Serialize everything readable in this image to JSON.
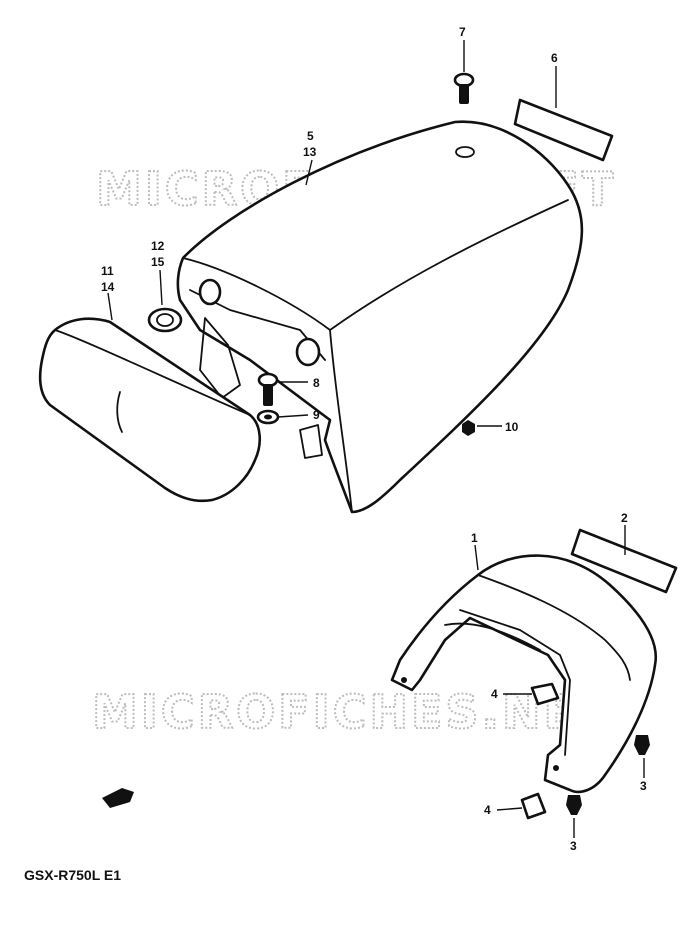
{
  "watermark": "MICROFICHES.NET",
  "model_code": "GSX-R750L E1",
  "callouts": {
    "c1": "1",
    "c2": "2",
    "c3a": "3",
    "c3b": "3",
    "c4a": "4",
    "c4b": "4",
    "c5": "5",
    "c13": "13",
    "c6": "6",
    "c7": "7",
    "c8": "8",
    "c9": "9",
    "c10": "10",
    "c11": "11",
    "c14": "14",
    "c12": "12",
    "c15": "15"
  }
}
